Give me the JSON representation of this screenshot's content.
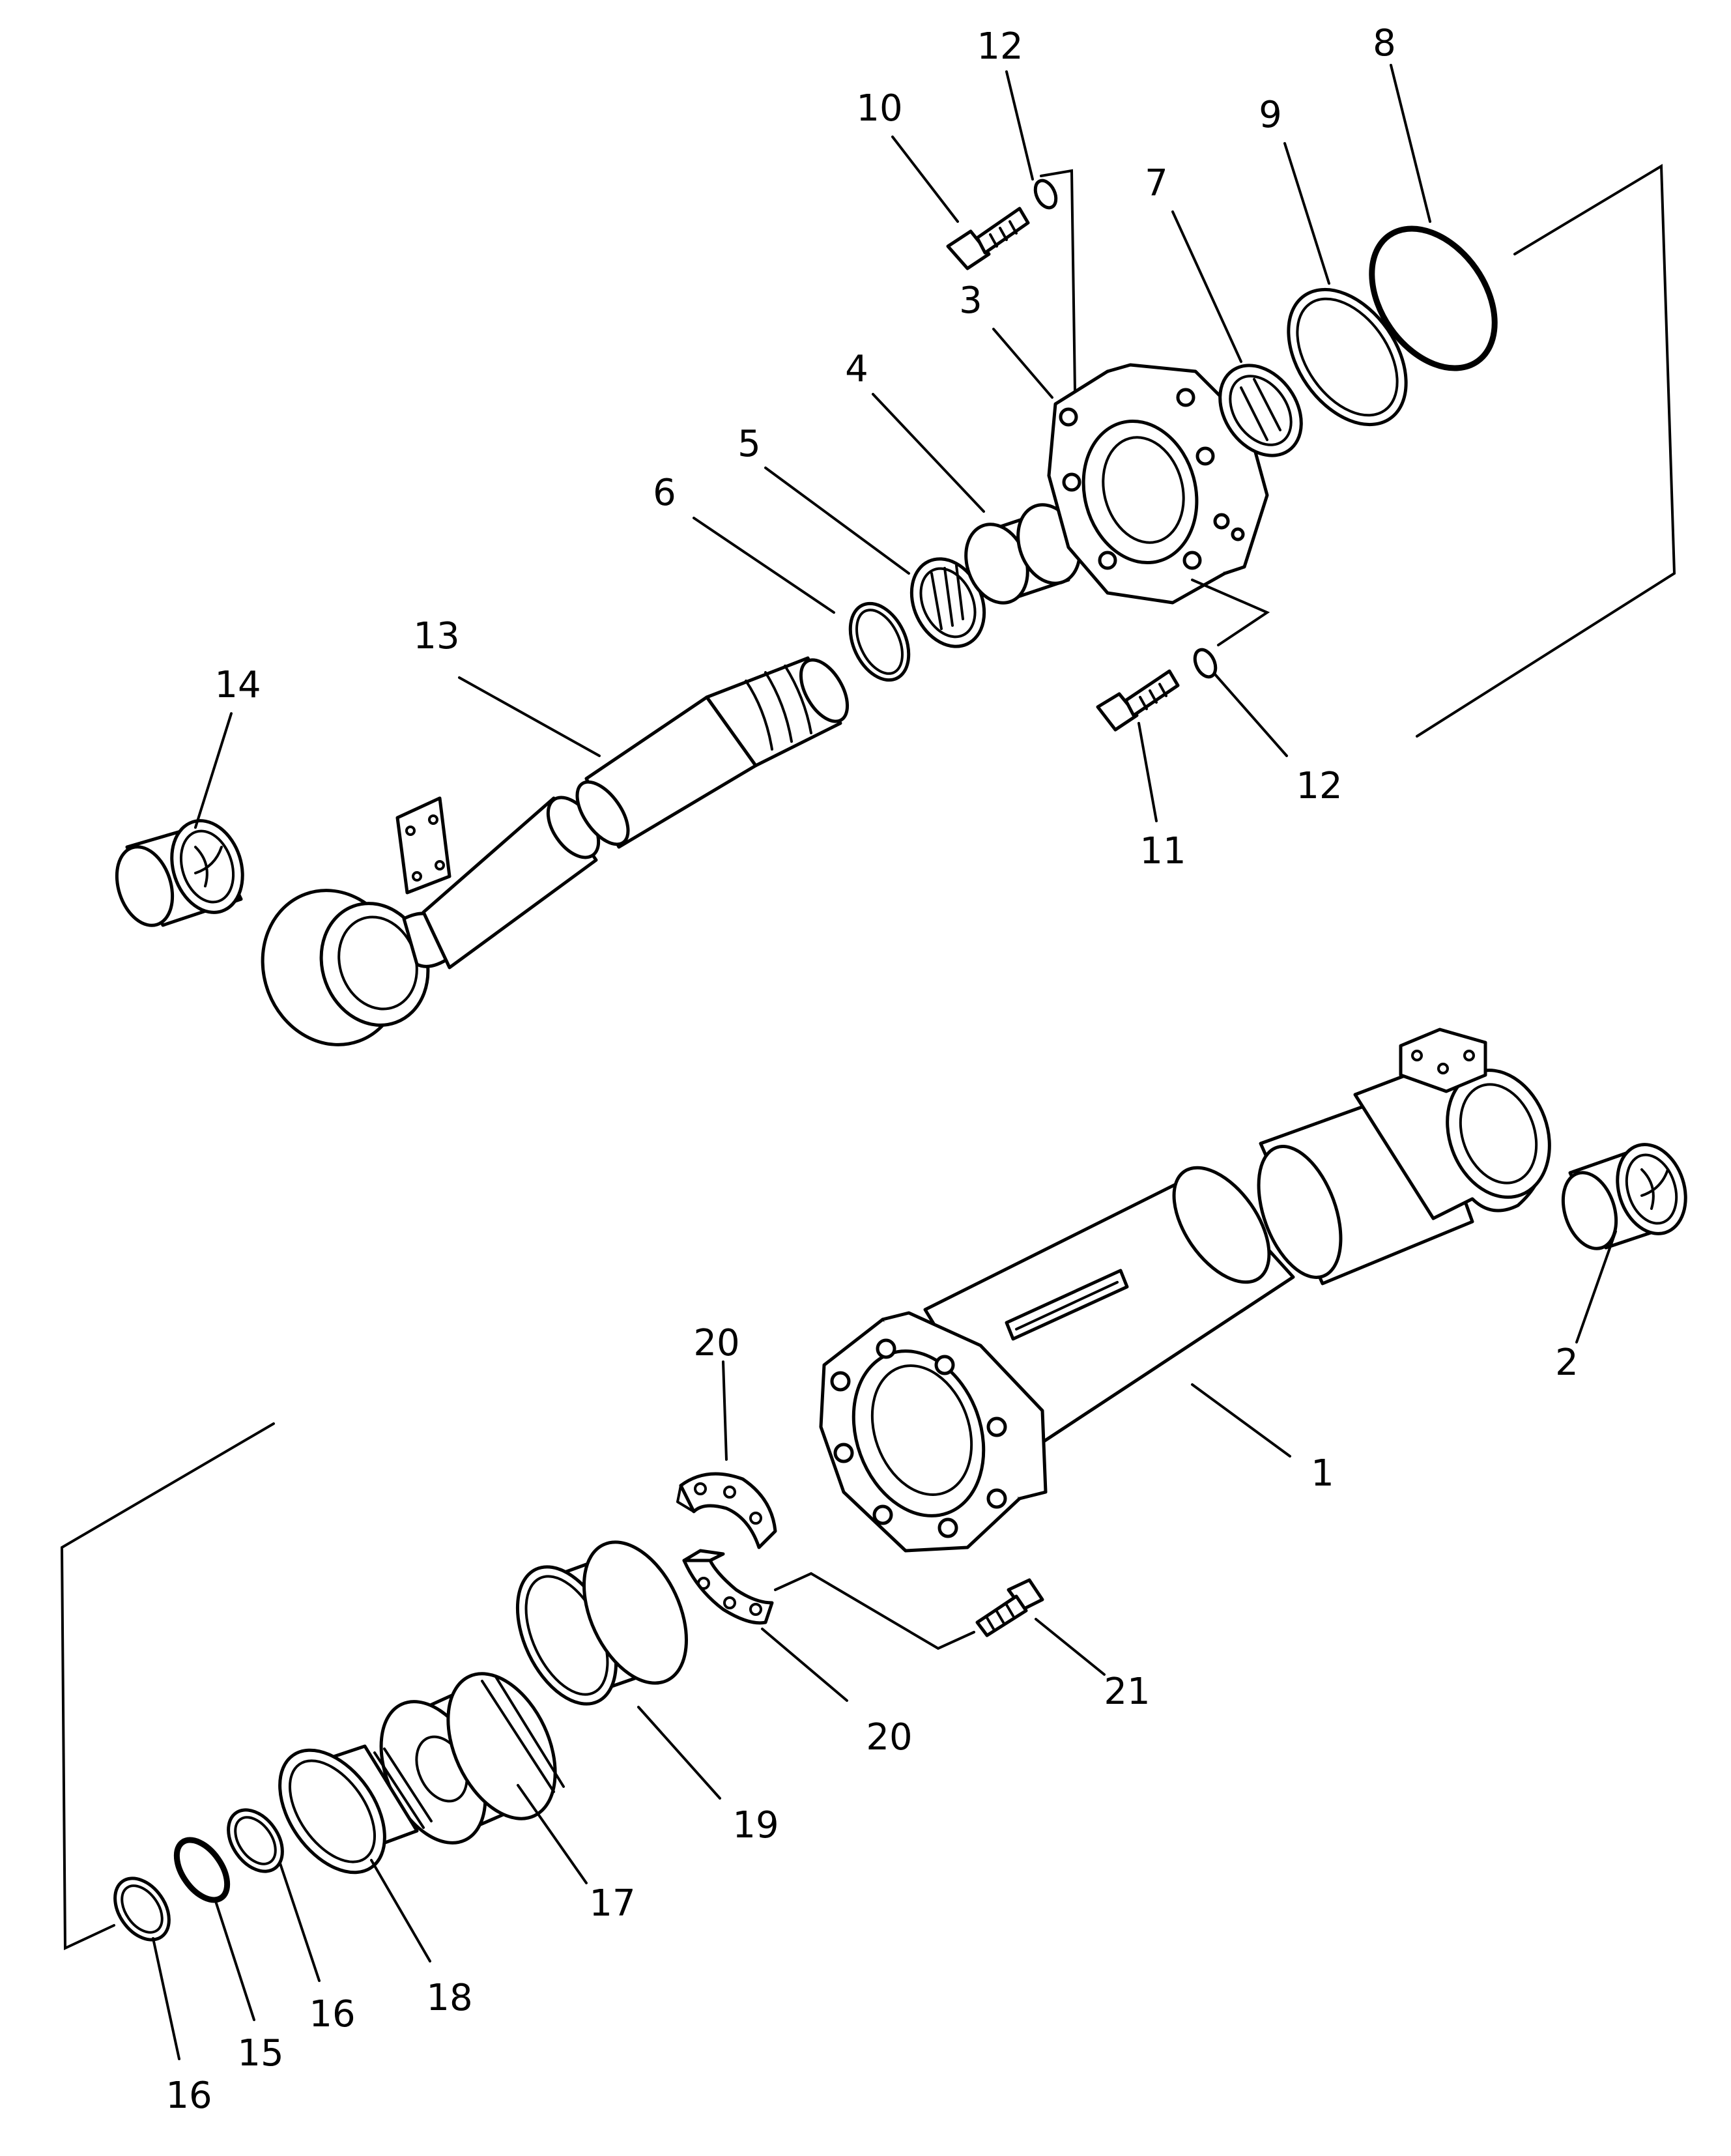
{
  "labels": {
    "l1": "1",
    "l2": "2",
    "l3": "3",
    "l4": "4",
    "l5": "5",
    "l6": "6",
    "l7": "7",
    "l8": "8",
    "l9": "9",
    "l10": "10",
    "l11": "11",
    "l12a": "12",
    "l12b": "12",
    "l13": "13",
    "l14": "14",
    "l15": "15",
    "l16a": "16",
    "l16b": "16",
    "l17": "17",
    "l18": "18",
    "l19": "19",
    "l20a": "20",
    "l20b": "20",
    "l21": "21"
  }
}
